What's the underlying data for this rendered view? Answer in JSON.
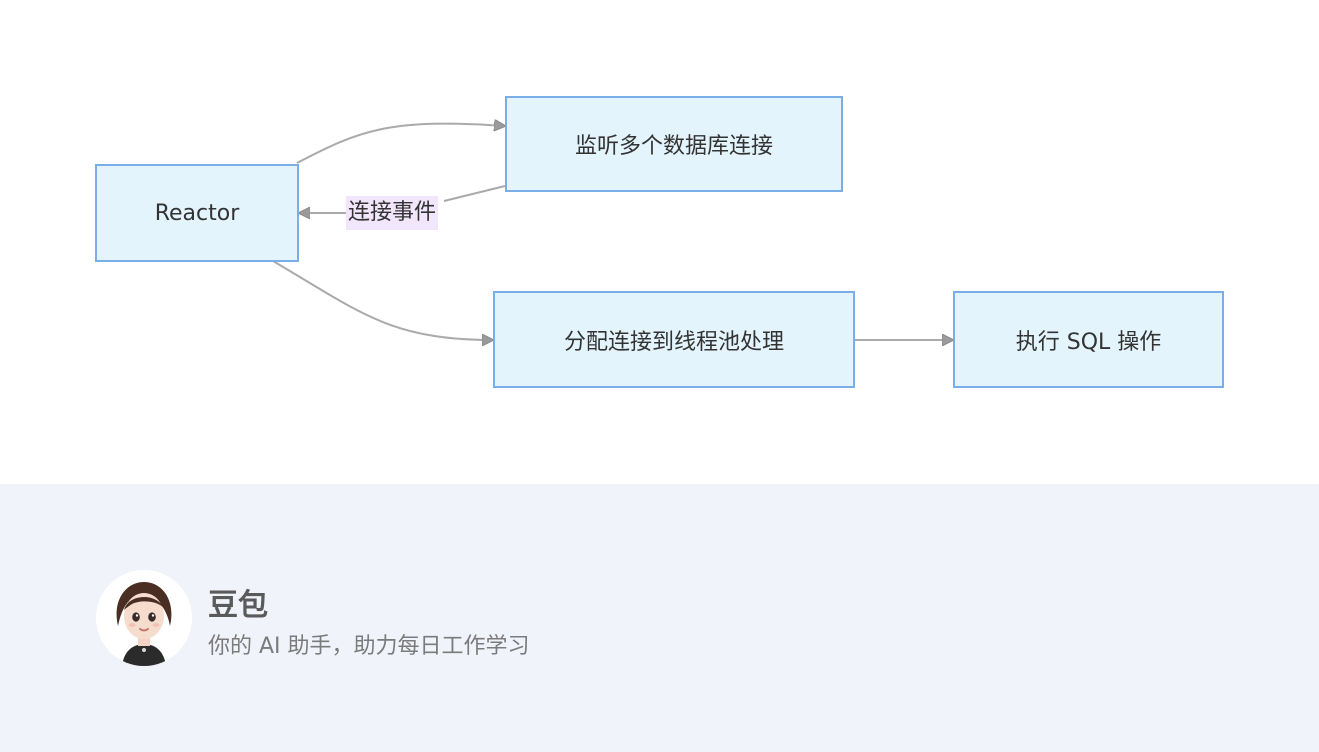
{
  "diagram": {
    "nodes": {
      "reactor": "Reactor",
      "listen": "监听多个数据库连接",
      "dispatch": "分配连接到线程池处理",
      "execute": "执行 SQL 操作"
    },
    "edge_labels": {
      "connection_event": "连接事件"
    },
    "colors": {
      "node_fill": "#e3f4fc",
      "node_border": "#7aaee8",
      "edge": "#aaaaaa",
      "edge_label_bg": "#f1e6fb"
    }
  },
  "footer": {
    "name": "豆包",
    "tagline": "你的 AI 助手，助力每日工作学习",
    "background": "#f0f3fa"
  }
}
